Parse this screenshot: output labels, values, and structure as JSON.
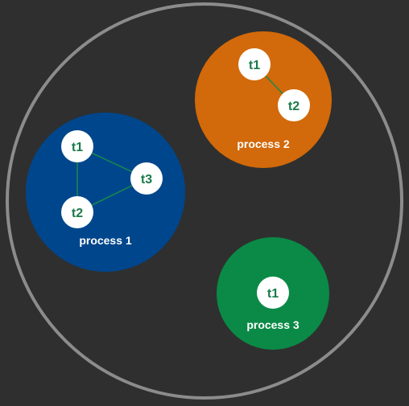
{
  "colors": {
    "background": "#2f2f2f",
    "system_ring": "#8c8c8c",
    "thread_fill": "#ffffff",
    "thread_text": "#1a7a4a",
    "link": "#1a8a4a",
    "label_text": "#ffffff"
  },
  "processes": [
    {
      "id": "p1",
      "label": "process 1",
      "color": "#00468c",
      "threads": [
        {
          "id": "t1",
          "label": "t1"
        },
        {
          "id": "t2",
          "label": "t2"
        },
        {
          "id": "t3",
          "label": "t3"
        }
      ],
      "links": [
        [
          "t1",
          "t2"
        ],
        [
          "t1",
          "t3"
        ],
        [
          "t2",
          "t3"
        ]
      ]
    },
    {
      "id": "p2",
      "label": "process 2",
      "color": "#d2690a",
      "threads": [
        {
          "id": "t1",
          "label": "t1"
        },
        {
          "id": "t2",
          "label": "t2"
        }
      ],
      "links": [
        [
          "t1",
          "t2"
        ]
      ]
    },
    {
      "id": "p3",
      "label": "process 3",
      "color": "#0a8a46",
      "threads": [
        {
          "id": "t1",
          "label": "t1"
        }
      ],
      "links": []
    }
  ]
}
